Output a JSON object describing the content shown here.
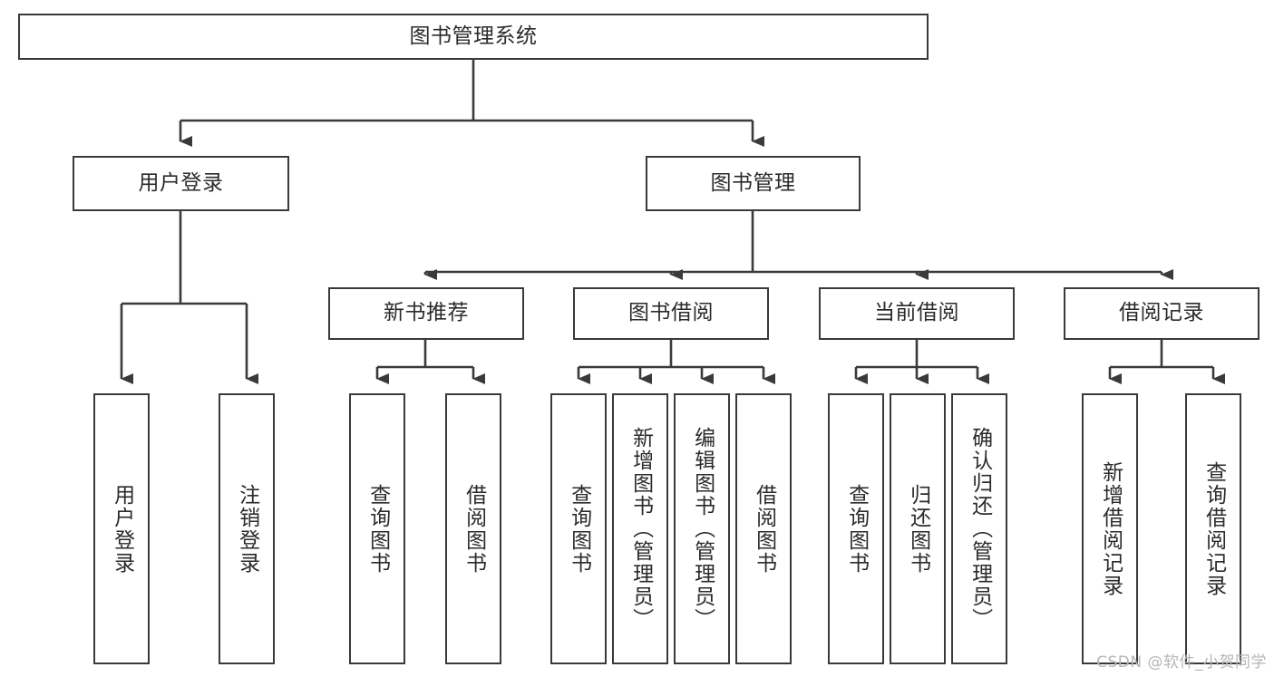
{
  "diagram": {
    "type": "tree",
    "title": "图书管理系统",
    "watermark": "CSDN @软件_小贺同学",
    "colors": {
      "background": "#ffffff",
      "border": "#3a3a3a",
      "text": "#2b2b2b",
      "connector": "#3a3a3a",
      "watermark": "#b6b6b6"
    },
    "levels": {
      "root": {
        "label": "图书管理系统"
      },
      "level2": [
        {
          "label": "用户登录"
        },
        {
          "label": "图书管理"
        }
      ],
      "level3": [
        {
          "label": "新书推荐"
        },
        {
          "label": "图书借阅"
        },
        {
          "label": "当前借阅"
        },
        {
          "label": "借阅记录"
        }
      ],
      "leaves_user_login": [
        {
          "label": "用户登录"
        },
        {
          "label": "注销登录"
        }
      ],
      "leaves_new_book": [
        {
          "label": "查询图书"
        },
        {
          "label": "借阅图书"
        }
      ],
      "leaves_borrow": [
        {
          "label": "查询图书"
        },
        {
          "label": "新增图书（管理员）"
        },
        {
          "label": "编辑图书（管理员）"
        },
        {
          "label": "借阅图书"
        }
      ],
      "leaves_current": [
        {
          "label": "查询图书"
        },
        {
          "label": "归还图书"
        },
        {
          "label": "确认归还（管理员）"
        }
      ],
      "leaves_records": [
        {
          "label": "新增借阅记录"
        },
        {
          "label": "查询借阅记录"
        }
      ]
    }
  }
}
